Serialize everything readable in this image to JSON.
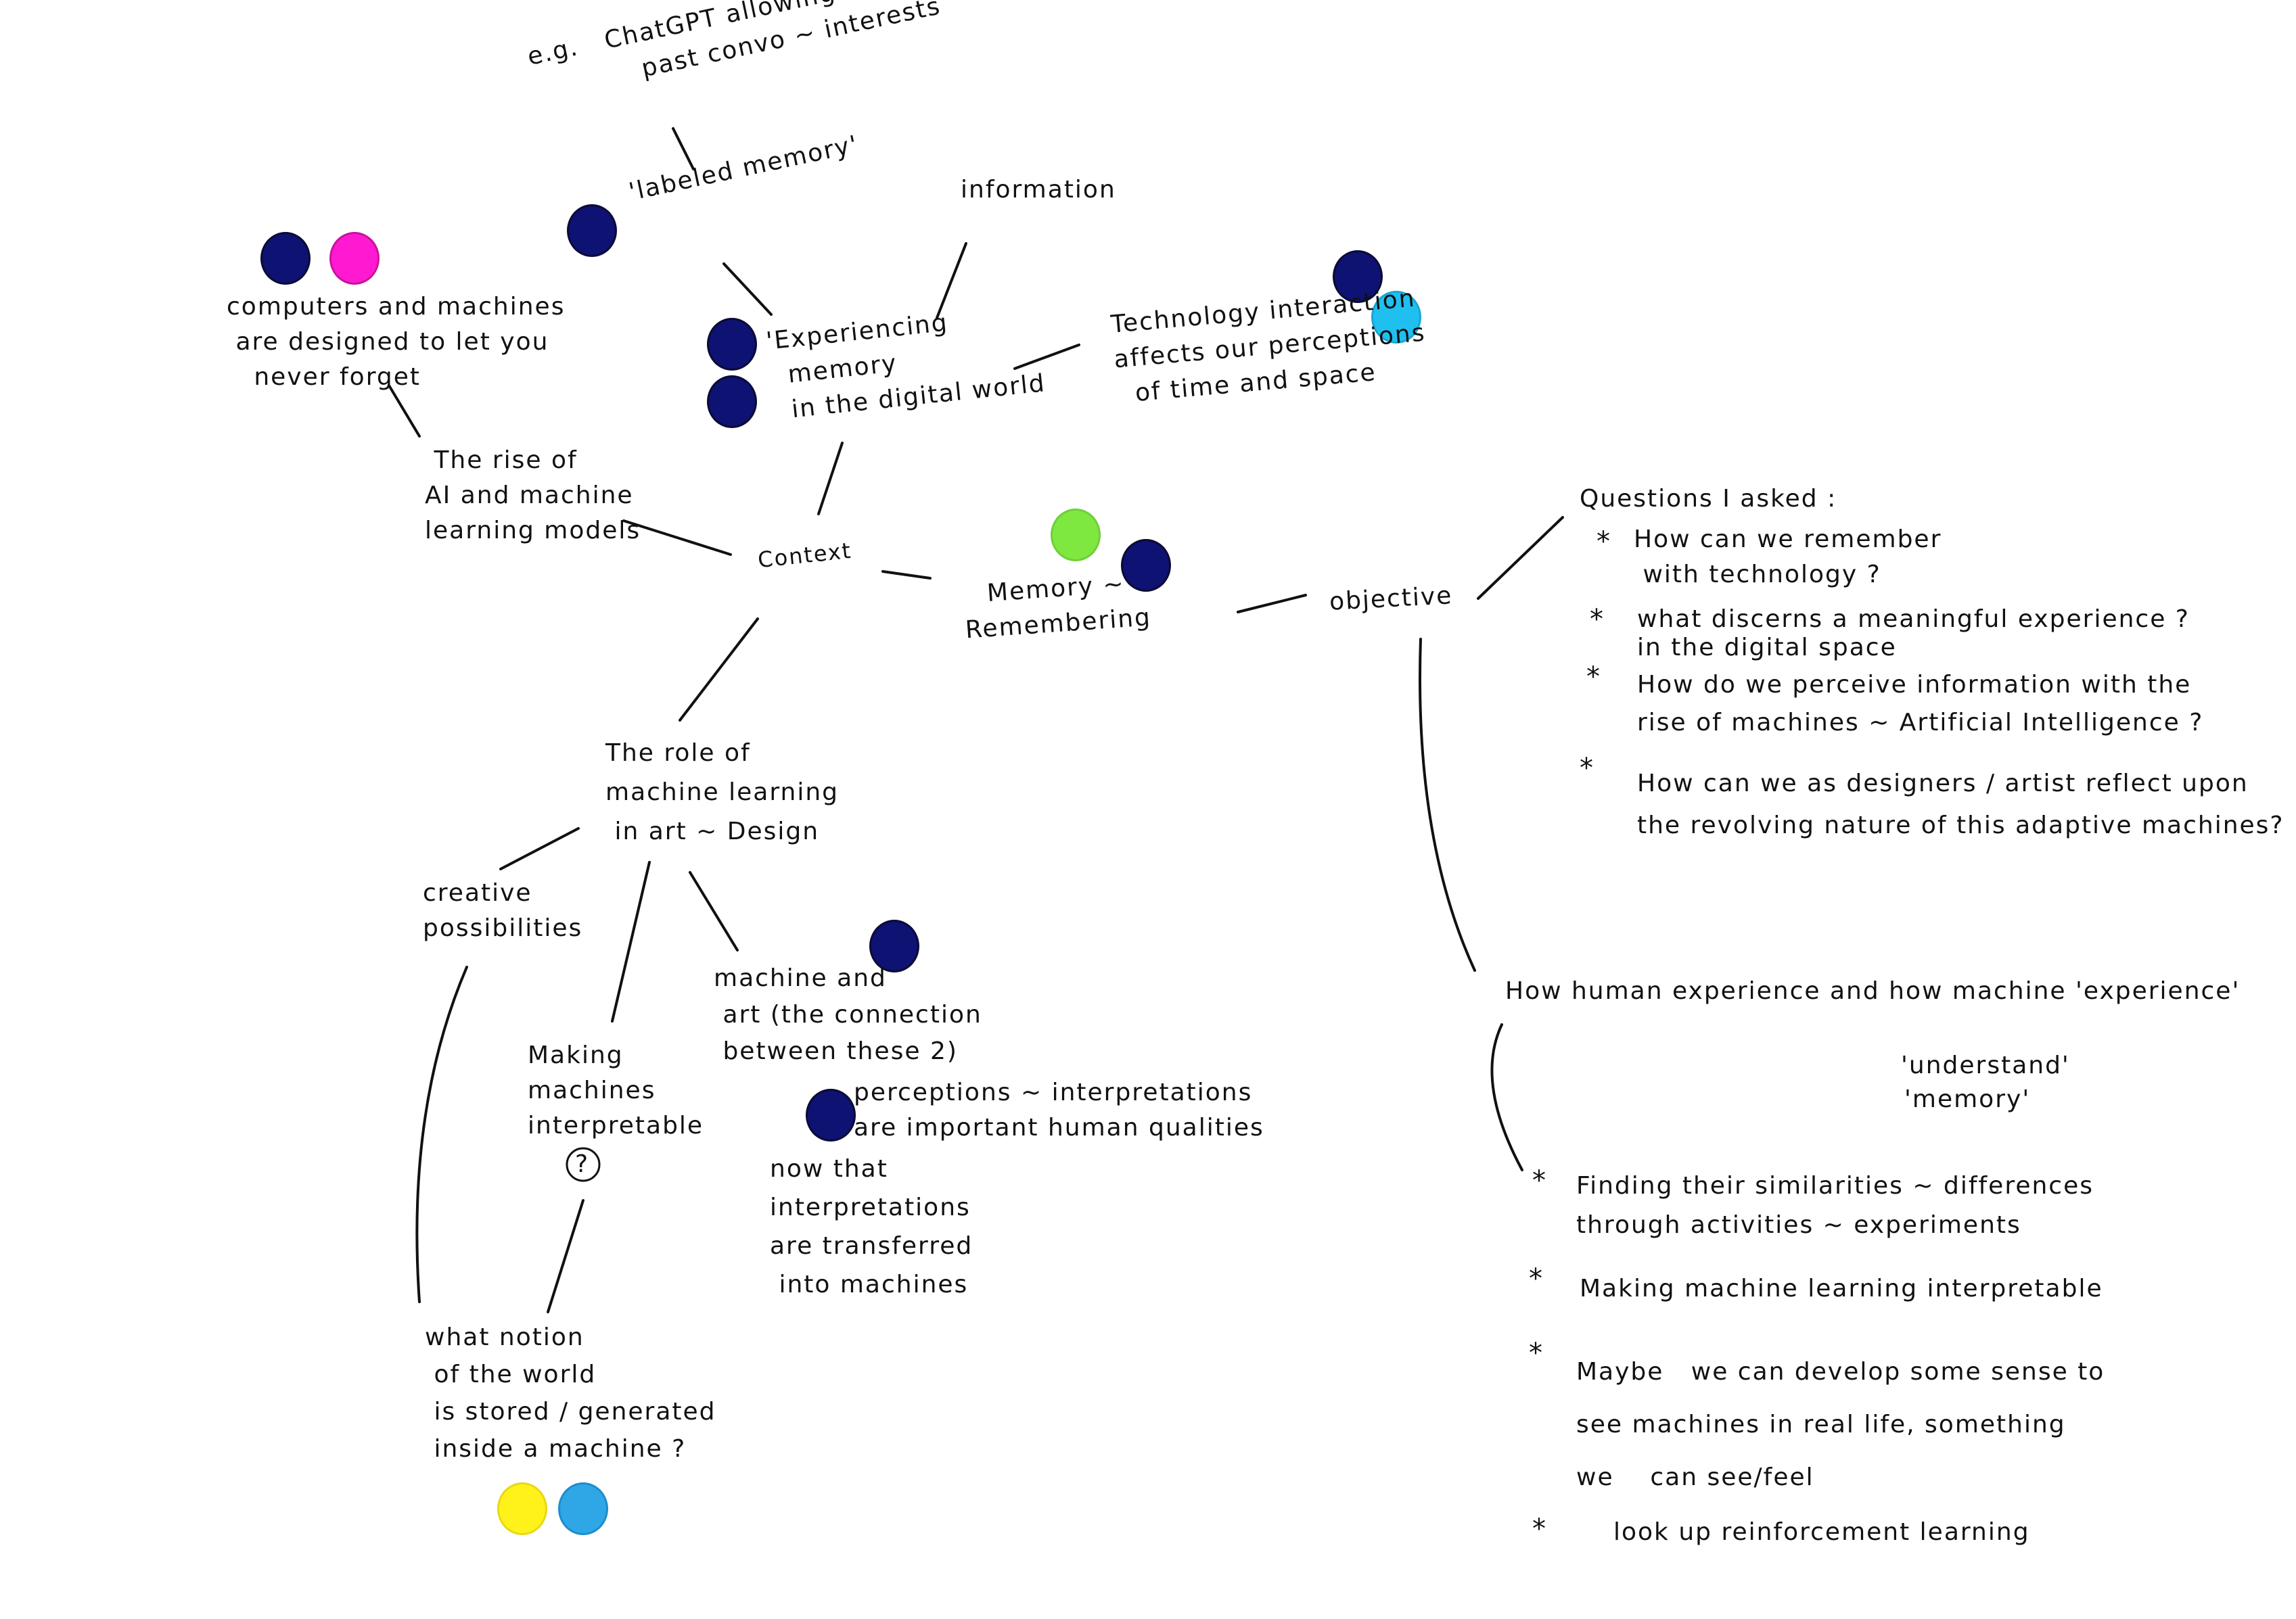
{
  "colors": {
    "navy": "#0d1273",
    "magenta": "#ff1ad1",
    "lime": "#7ee840",
    "cyan": "#1fc0f0",
    "sky": "#2fa6e6",
    "yellow": "#fff21a"
  },
  "center": "Memory ~\nRemembering",
  "context": {
    "label": "Context",
    "example": "e.g.   ChatGPT allowing to recap\n            past convo ~ interests",
    "labeled_memory": "'labeled memory'",
    "information": "information",
    "experiencing": "'Experiencing\n  memory\n  in the digital world",
    "technology": "Technology interaction\naffects our perceptions\n  of time and space",
    "computers": "computers and machines\n are designed to let you\n   never forget",
    "rise": " The rise of\nAI and machine\nlearning models"
  },
  "role": {
    "title": "The role of\nmachine learning\n in art ~ Design",
    "creative": "creative\npossibilities",
    "making": "Making\nmachines\ninterpretable",
    "marker": "?",
    "what_notion": "what notion\n of the world\n is stored / generated\n inside a machine ?",
    "machine_art": "machine and\n art (the connection\n between these 2)",
    "perceptions": "perceptions ~ interpretations\nare important human qualities",
    "now_that": "now that\ninterpretations\nare transferred\n into machines"
  },
  "objective": {
    "label": "objective",
    "questions_title": "Questions I asked :",
    "questions": [
      "How can we remember\n with technology ?",
      "what discerns a meaningful experience ?\nin the digital space",
      "How do we perceive information with the\nrise of machines ~ Artificial Intelligence ?",
      "How can we as designers / artist reflect upon\nthe revolving nature of this adaptive machines?"
    ],
    "how_human": "How human experience and how machine 'experience'",
    "understand": "'understand'",
    "memory": "'memory'",
    "points": [
      "Finding their similarities ~ differences\nthrough activities ~ experiments",
      "Making machine learning interpretable",
      "Maybe   we can develop some sense to\nsee machines in real life, something\nwe    can see/feel",
      "look up reinforcement learning"
    ],
    "bullet": "*"
  }
}
